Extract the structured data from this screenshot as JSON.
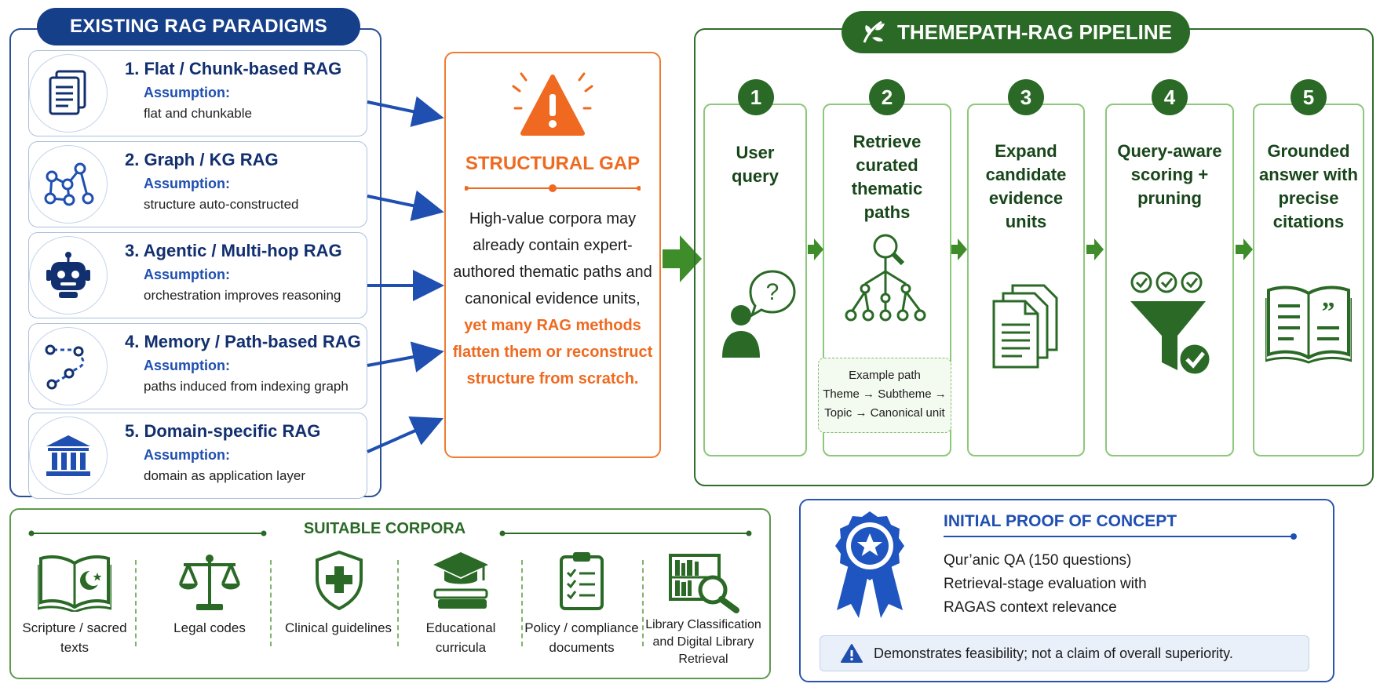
{
  "paradigms": {
    "title": "EXISTING RAG PARADIGMS",
    "assumption_label": "Assumption:",
    "items": [
      {
        "title": "1. Flat / Chunk-based RAG",
        "desc": "flat and chunkable",
        "icon": "document-icon"
      },
      {
        "title": "2. Graph / KG RAG",
        "desc": "structure auto-constructed",
        "icon": "graph-icon"
      },
      {
        "title": "3. Agentic / Multi-hop RAG",
        "desc": "orchestration improves reasoning",
        "icon": "robot-icon"
      },
      {
        "title": "4. Memory / Path-based RAG",
        "desc": "paths induced from indexing graph",
        "icon": "path-icon"
      },
      {
        "title": "5. Domain-specific RAG",
        "desc": "domain as application layer",
        "icon": "institution-icon"
      }
    ]
  },
  "gap": {
    "title": "STRUCTURAL GAP",
    "text": "High-value corpora may already contain expert-authored thematic paths and canonical evidence units,",
    "highlight": "yet many RAG methods flatten them or reconstruct structure from scratch."
  },
  "pipeline": {
    "title": "THEMEPATH-RAG PIPELINE",
    "steps": [
      {
        "num": "1",
        "label": "User query"
      },
      {
        "num": "2",
        "label": "Retrieve curated thematic paths"
      },
      {
        "num": "3",
        "label": "Expand candidate evidence units"
      },
      {
        "num": "4",
        "label": "Query-aware scoring + pruning"
      },
      {
        "num": "5",
        "label": "Grounded answer with precise citations"
      }
    ],
    "example": {
      "title": "Example path",
      "line1": "Theme → Subtheme →",
      "line2": "Topic → Canonical unit"
    }
  },
  "corpora": {
    "title": "SUITABLE CORPORA",
    "items": [
      {
        "label": "Scripture / sacred texts",
        "icon": "sacred-book-icon"
      },
      {
        "label": "Legal codes",
        "icon": "scales-icon"
      },
      {
        "label": "Clinical guidelines",
        "icon": "medical-shield-icon"
      },
      {
        "label": "Educational curricula",
        "icon": "graduation-cap-icon"
      },
      {
        "label": "Policy / compliance documents",
        "icon": "clipboard-checklist-icon"
      },
      {
        "label": "Library Classification and Digital Library Retrieval",
        "icon": "library-search-icon"
      }
    ]
  },
  "poc": {
    "title": "INITIAL PROOF OF CONCEPT",
    "line1": "Qur’anic QA (150 questions)",
    "line2": "Retrieval-stage evaluation with",
    "line3": "RAGAS context relevance",
    "note": "Demonstrates feasibility; not a claim of overall superiority."
  },
  "colors": {
    "blue_dark": "#163f8a",
    "blue_accent": "#1f4fb0",
    "orange": "#ef6a20",
    "green_dark": "#2b6a26",
    "green_light": "#8cc87a"
  }
}
